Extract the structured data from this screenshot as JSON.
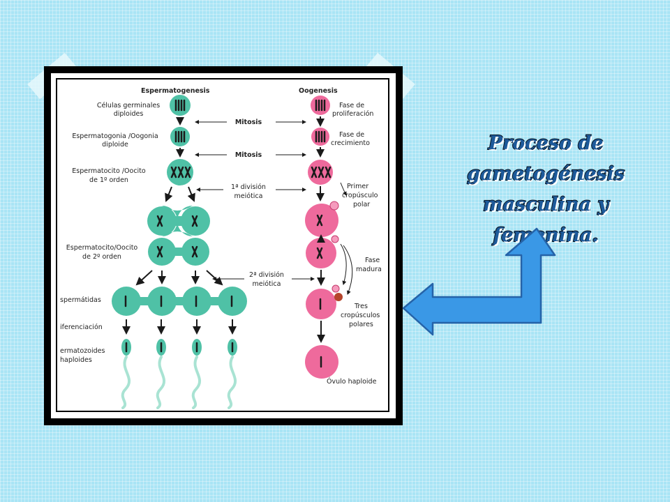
{
  "slide": {
    "title": "Proceso de gametogénesis masculina y femenina."
  },
  "diagram": {
    "headings": {
      "left": "Espermatogenesis",
      "right": "Oogenesis"
    },
    "left_labels": {
      "germinal_1": "Células germinales",
      "germinal_2": "diploides",
      "gonia_1": "Espermatogonia /Oogonia",
      "gonia_2": "diploide",
      "cito1_1": "Espermatocito /Oocito",
      "cito1_2": "de 1º orden",
      "cito2_1": "Espermatocito/Oocito",
      "cito2_2": "de 2º orden",
      "espermatidas": "spermátidas",
      "diferenciacion": "iferenciación",
      "esperm_1": "ermatozoides",
      "esperm_2": "haploides"
    },
    "center_labels": {
      "mitosis1": "Mitosis",
      "mitosis2": "Mitosis",
      "div1_1": "1ª división",
      "div1_2": "meiótica",
      "div2_1": "2ª división",
      "div2_2": "meiótica"
    },
    "right_labels": {
      "prolif_1": "Fase de",
      "prolif_2": "proliferación",
      "crec_1": "Fase de",
      "crec_2": "crecimiento",
      "primer_1": "Primer",
      "primer_2": "cropúsculo",
      "primer_3": "polar",
      "madura_1": "Fase",
      "madura_2": "madura",
      "tres_1": "Tres",
      "tres_2": "cropúsculos",
      "tres_3": "polares",
      "ovulo": "Óvulo haploide"
    },
    "colors": {
      "male": "#4fc1a6",
      "female": "#ee6a9c",
      "chromosome": "#1a1a1a",
      "polar": "#c43a6c"
    }
  },
  "arrow": {
    "color": "#3a98e6",
    "outline": "#2563a8",
    "icon": "return-arrow-icon"
  }
}
